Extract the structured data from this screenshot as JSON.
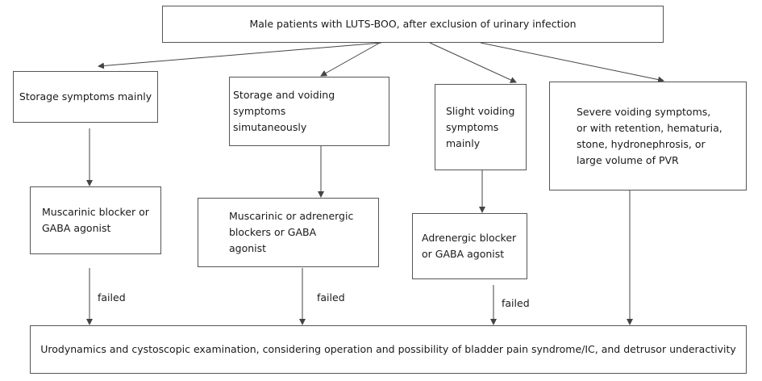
{
  "top": "Male patients with LUTS-BOO, after exclusion of urinary infection",
  "storage": "Storage symptoms mainly",
  "storage_voiding": "Storage and voiding symptoms\nsimutaneously",
  "slight_voiding": "Slight voiding\nsymptoms\nmainly",
  "severe": "Severe voiding symptoms,\nor with retention, hematuria,\nstone, hydronephrosis, or\nlarge volume of PVR",
  "muscarinic": "Muscarinic blocker or\nGABA agonist",
  "muscarinic_adrenergic": "Muscarinic or adrenergic\nblockers or GABA\nagonist",
  "adrenergic": "Adrenergic blocker\nor GABA agonist",
  "failed_label": "failed",
  "bottom": "Urodynamics and cystoscopic examination, considering operation and possibility of bladder pain syndrome/IC, and detrusor underactivity"
}
